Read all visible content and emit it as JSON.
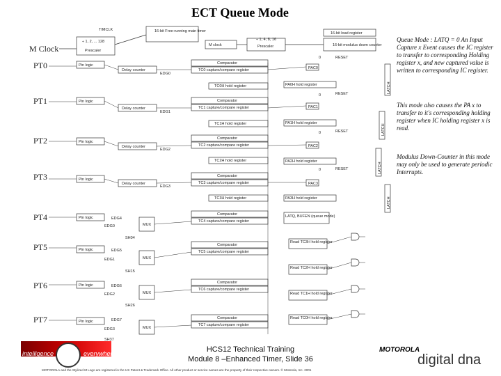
{
  "title": "ECT Queue Mode",
  "left_labels": [
    "M Clock",
    "PT0",
    "PT1",
    "PT2",
    "PT3",
    "PT4",
    "PT5",
    "PT6",
    "PT7"
  ],
  "notes": [
    "Queue Mode : LATQ = 0 An Input Capture x Event causes the IC register to transfer to corresponding Holding register x, and new captured value is written to corresponding IC register.",
    "This mode also causes the PA x to transfer to it's corresponding holding register when IC holding register x is read.",
    "Modulus Down-Counter in this mode may only be used to generate periodic Interrupts."
  ],
  "diagram": {
    "timclk": "TIMCLK",
    "main_timer": "16-bit Free-running main timer",
    "mclock": "M clock",
    "prescaler_div1": "÷ 1, 2, ... 128",
    "prescaler1": "Prescaler",
    "prescaler_div2": "÷ 1, 4, 8, 16",
    "prescaler2": "Prescaler",
    "load_reg": "16-bit load register",
    "modulus": "16-bit modulus down counter",
    "pin_logic": "Pin logic",
    "delay_counter": "Delay counter",
    "comparator": "Comparator",
    "edg1": "EDG1",
    "edg0": "EDG0",
    "edg2": "EDG2",
    "edg3": "EDG3",
    "edg4": "EDG4",
    "edg5": "EDG5",
    "edg6": "EDG6",
    "edg7": "EDG7",
    "mux": "MUX",
    "sh04": "SH04",
    "sh15": "SH15",
    "sh26": "SH26",
    "sh37": "SH37",
    "reset": "RESET",
    "zero": "0",
    "latch": "LATCH",
    "latq": "LATQ, BUFEN (queue mode)",
    "tc_regs": [
      "TC0 capture/compare register",
      "TC1 capture/compare register",
      "TC2 capture/compare register",
      "TC3 capture/compare register",
      "TC4 capture/compare register",
      "TC5 capture/compare register",
      "TC6 capture/compare register",
      "TC7 capture/compare register"
    ],
    "tch_regs": [
      "TC0H hold register",
      "TC1H hold register",
      "TC2H hold register",
      "TC3H hold register"
    ],
    "pac_regs": [
      "PAC0",
      "PAC1",
      "PAC2",
      "PAC3"
    ],
    "pah_regs": [
      "PA0H hold register",
      "PA1H hold register",
      "PA2H hold register",
      "PA3H hold register"
    ],
    "read_regs": [
      "Read TC3H hold register",
      "Read TC2H hold register",
      "Read TC1H hold register",
      "Read TC0H hold register"
    ]
  },
  "footer": {
    "line1": "HCS12 Technical Training",
    "line2": "Module 8 –Enhanced Timer, Slide 36",
    "brand_left": "intelligence",
    "brand_right": "everywhere™",
    "motorola": "MOTOROLA",
    "digitaldna": "digital dna",
    "legal": "MOTOROLA and the Stylized M Logo are registered in the US Patent & Trademark Office. All other product or service names are the property of their respective owners. © Motorola, Inc. 2001"
  }
}
